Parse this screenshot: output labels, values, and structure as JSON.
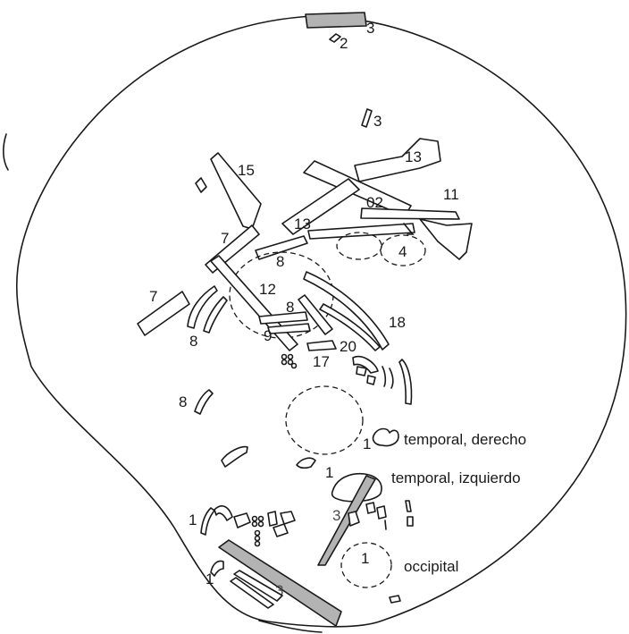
{
  "labels": {
    "n3_top": "3",
    "n2_top": "2",
    "n3_upper": "3",
    "n13_right": "13",
    "n15": "15",
    "n11": "11",
    "n02": "02",
    "n13_mid": "13",
    "n7_upper": "7",
    "n4": "4",
    "n8_upper": "8",
    "n12": "12",
    "n7_left": "7",
    "n8_mid": "8",
    "n18": "18",
    "n8_left": "8",
    "n9": "9",
    "n20": "20",
    "n17": "17",
    "n8_lower": "8",
    "n1_temporal_r": "1",
    "n1_temporal_l": "1",
    "n3_grey": "3",
    "n1_left": "1",
    "n1_occipital": "1",
    "n1_bottom_left": "1",
    "n3_bottom": "3"
  },
  "annotations": {
    "temporal_derecho": "temporal, derecho",
    "temporal_izquierdo": "temporal, izquierdo",
    "occipital": "occipital"
  },
  "colors": {
    "ink": "#1a1a1a",
    "grey_fill": "#b3b3b3",
    "background": "#ffffff"
  }
}
